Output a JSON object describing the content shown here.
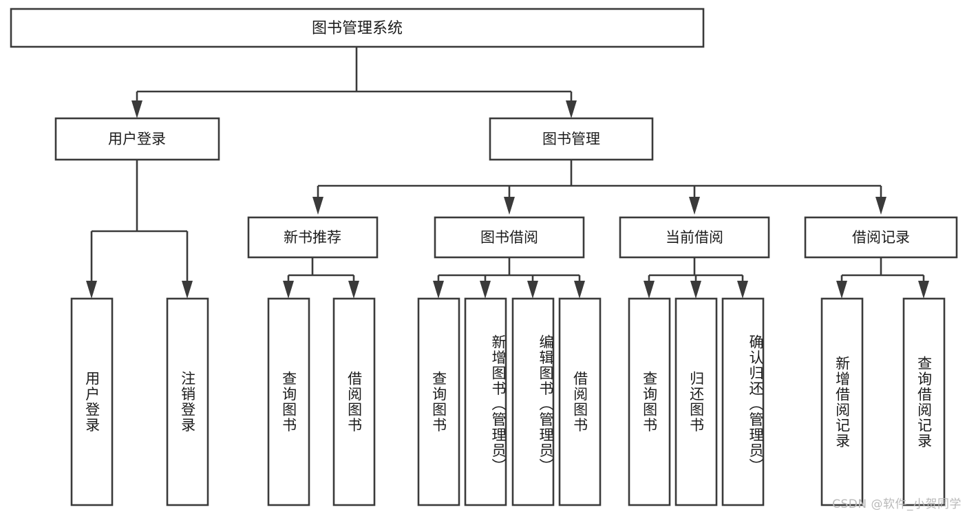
{
  "diagram": {
    "title": "图书管理系统",
    "watermark": "CSDN @软件_小贺同学",
    "colors": {
      "stroke": "#3a3a3a",
      "box_fill": "#ffffff",
      "text": "#1b1b1b",
      "background": "#ffffff",
      "watermark": "#b9b9b9"
    },
    "root": {
      "label": "图书管理系统"
    },
    "level2": [
      {
        "label": "用户登录"
      },
      {
        "label": "图书管理"
      }
    ],
    "level3": [
      {
        "label": "新书推荐"
      },
      {
        "label": "图书借阅"
      },
      {
        "label": "当前借阅"
      },
      {
        "label": "借阅记录"
      }
    ],
    "leaves": {
      "user_login": [
        {
          "label": "用户登录"
        },
        {
          "label": "注销登录"
        }
      ],
      "new_book_recommend": [
        {
          "label": "查询图书"
        },
        {
          "label": "借阅图书"
        }
      ],
      "book_borrow": [
        {
          "label": "查询图书"
        },
        {
          "label": "新增图书（管理员）"
        },
        {
          "label": "编辑图书（管理员）"
        },
        {
          "label": "借阅图书"
        }
      ],
      "current_borrow": [
        {
          "label": "查询图书"
        },
        {
          "label": "归还图书"
        },
        {
          "label": "确认归还（管理员）"
        }
      ],
      "borrow_record": [
        {
          "label": "新增借阅记录"
        },
        {
          "label": "查询借阅记录"
        }
      ]
    }
  }
}
